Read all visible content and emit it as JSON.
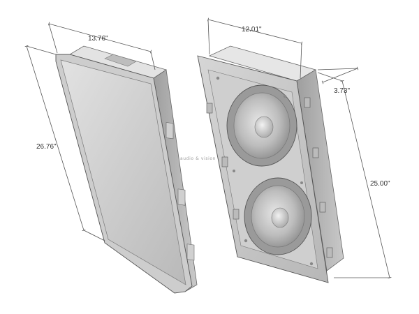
{
  "dimensions": {
    "grille_width": "13.76\"",
    "grille_height": "26.76\"",
    "frame_width": "12.01\"",
    "frame_depth": "3.73\"",
    "frame_height": "25.00\""
  },
  "watermark": "audio & vision",
  "colors": {
    "dimension_line": "#555555",
    "grille_face": "#d9d9d9",
    "frame_body": "#c4c4c4",
    "cone": "#bdbdbd"
  }
}
